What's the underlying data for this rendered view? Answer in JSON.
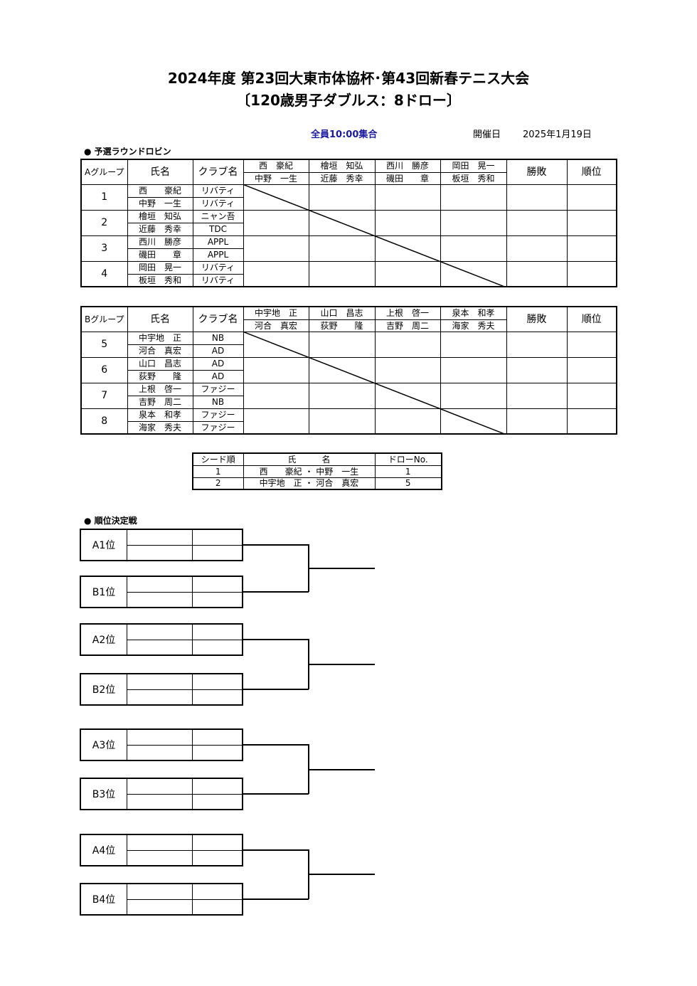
{
  "title_line1": "2024年度 第23回大東市体協杯･第43回新春テニス大会",
  "title_line2": "〔120歳男子ダブルス：8ドロー〕",
  "gathering": "全員10:00集合",
  "date_label": "開催日",
  "date_value": "2025年1月19日",
  "section_round_robin": "●  予選ラウンドロビン",
  "section_placement": "●  順位決定戦",
  "headers": {
    "name": "氏名",
    "club": "クラブ名",
    "winloss": "勝敗",
    "rank": "順位"
  },
  "group_a": {
    "label": "Aグループ",
    "col_pairs": [
      [
        "西　豪紀",
        "中野　一生"
      ],
      [
        "檜垣　知弘",
        "近藤　秀幸"
      ],
      [
        "西川　勝彦",
        "磯田　　章"
      ],
      [
        "岡田　晃一",
        "板垣　秀和"
      ]
    ],
    "rows": [
      {
        "no": "1",
        "players": [
          {
            "name": "西　　豪紀",
            "club": "リバティ"
          },
          {
            "name": "中野　一生",
            "club": "リバティ"
          }
        ]
      },
      {
        "no": "2",
        "players": [
          {
            "name": "檜垣　知弘",
            "club": "ニャン吾"
          },
          {
            "name": "近藤　秀幸",
            "club": "TDC"
          }
        ]
      },
      {
        "no": "3",
        "players": [
          {
            "name": "西川　勝彦",
            "club": "APPL"
          },
          {
            "name": "磯田　　章",
            "club": "APPL"
          }
        ]
      },
      {
        "no": "4",
        "players": [
          {
            "name": "岡田　晃一",
            "club": "リバティ"
          },
          {
            "name": "板垣　秀和",
            "club": "リバティ"
          }
        ]
      }
    ]
  },
  "group_b": {
    "label": "Bグループ",
    "col_pairs": [
      [
        "中宇地　正",
        "河合　真宏"
      ],
      [
        "山口　昌志",
        "荻野　　隆"
      ],
      [
        "上根　啓一",
        "吉野　周二"
      ],
      [
        "泉本　和孝",
        "海家　秀夫"
      ]
    ],
    "rows": [
      {
        "no": "5",
        "players": [
          {
            "name": "中宇地　正",
            "club": "NB"
          },
          {
            "name": "河合　真宏",
            "club": "AD"
          }
        ]
      },
      {
        "no": "6",
        "players": [
          {
            "name": "山口　昌志",
            "club": "AD"
          },
          {
            "name": "荻野　　隆",
            "club": "AD"
          }
        ]
      },
      {
        "no": "7",
        "players": [
          {
            "name": "上根　啓一",
            "club": "ファジー"
          },
          {
            "name": "吉野　周二",
            "club": "NB"
          }
        ]
      },
      {
        "no": "8",
        "players": [
          {
            "name": "泉本　和孝",
            "club": "ファジー"
          },
          {
            "name": "海家　秀夫",
            "club": "ファジー"
          }
        ]
      }
    ]
  },
  "seed_table": {
    "headers": [
      "シード順",
      "氏　　　名",
      "ドローNo."
    ],
    "rows": [
      [
        "1",
        "西　　豪紀 ・ 中野　一生",
        "1"
      ],
      [
        "2",
        "中宇地　正 ・ 河合　真宏",
        "5"
      ]
    ]
  },
  "placement_labels": [
    "A1位",
    "B1位",
    "A2位",
    "B2位",
    "A3位",
    "B3位",
    "A4位",
    "B4位"
  ]
}
